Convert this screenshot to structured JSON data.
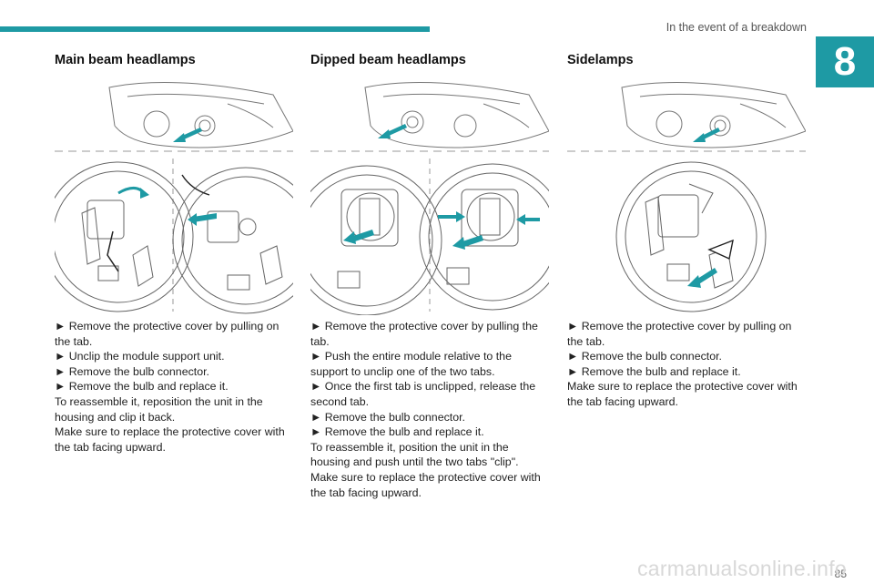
{
  "header": {
    "section_title": "In the event of a breakdown",
    "chapter_number": "8"
  },
  "columns": [
    {
      "heading": "Main beam headlamps",
      "lines": [
        "► Remove the protective cover by pulling on the tab.",
        "► Unclip the module support unit.",
        "► Remove the bulb connector.",
        "► Remove the bulb and replace it.",
        "To reassemble it, reposition the unit in the housing and clip it back.",
        "Make sure to replace the protective cover with the tab facing upward."
      ]
    },
    {
      "heading": "Dipped beam headlamps",
      "lines": [
        "► Remove the protective cover by pulling the tab.",
        "► Push the entire module relative to the support to unclip one of the two tabs.",
        "► Once the first tab is unclipped, release the second tab.",
        "► Remove the bulb connector.",
        "► Remove the bulb and replace it.",
        "To reassemble it, position the unit in the housing and push until the two tabs \"clip\".",
        "Make sure to replace the protective cover with the tab facing upward."
      ]
    },
    {
      "heading": "Sidelamps",
      "lines": [
        "► Remove the protective cover by pulling on the tab.",
        "► Remove the bulb connector.",
        "► Remove the bulb and replace it.",
        "Make sure to replace the protective cover with the tab facing upward."
      ]
    }
  ],
  "footer": {
    "page_number": "85",
    "watermark": "carmanualsonline.info"
  },
  "colors": {
    "accent": "#1e9aa4",
    "arrow": "#1e9aa4",
    "line_art": "#555555"
  }
}
